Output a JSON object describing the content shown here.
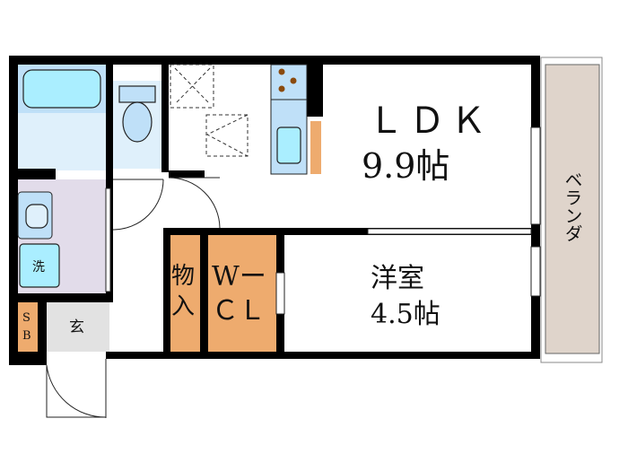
{
  "floorplan": {
    "rooms": {
      "ldk": {
        "name": "ＬＤＫ",
        "size": "9.9帖"
      },
      "western": {
        "name": "洋室",
        "size": "4.5帖"
      },
      "walk_in_closet": {
        "line1": "Wー",
        "line2": "ＣＬ"
      },
      "storage": {
        "line1": "物",
        "line2": "入"
      },
      "veranda": {
        "name": "ベランダ"
      },
      "entrance": {
        "name": "玄"
      },
      "shoe_box": {
        "line1": "S",
        "line2": "B"
      },
      "washer": {
        "name": "洗"
      }
    },
    "colors": {
      "wall": "#000000",
      "wet_area": "#dff0fb",
      "bathtub": "#aaeeff",
      "fixture": "#bfe0f8",
      "washroom": "#e2dcea",
      "storage": "#eeab6e",
      "veranda": "#dfd4cb",
      "entrance": "#e2e2e2",
      "burner": "#8a4a0e"
    }
  }
}
